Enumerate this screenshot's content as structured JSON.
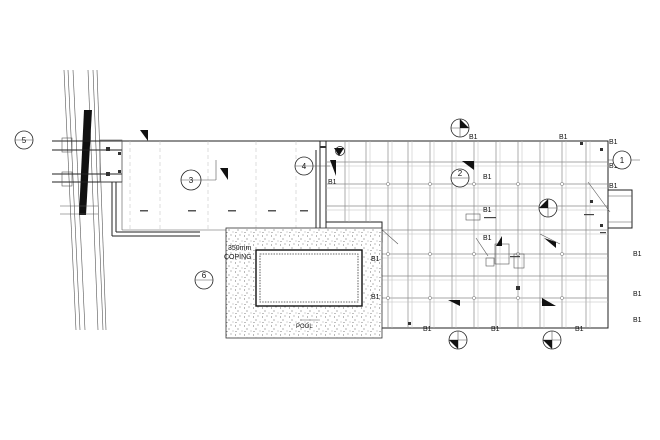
{
  "title": "",
  "labels": {
    "coping": [
      "350mm",
      "COPING"
    ],
    "pool": "POOL",
    "beam": "B1"
  },
  "section_markers": [
    {
      "number": "1"
    },
    {
      "number": "2"
    },
    {
      "number": "3"
    },
    {
      "number": "4"
    },
    {
      "number": "5"
    },
    {
      "number": "6"
    }
  ],
  "colors": {
    "line": "#222222",
    "grid": "#8a8a8a",
    "fill_dark": "#111111",
    "background": "#ffffff"
  }
}
